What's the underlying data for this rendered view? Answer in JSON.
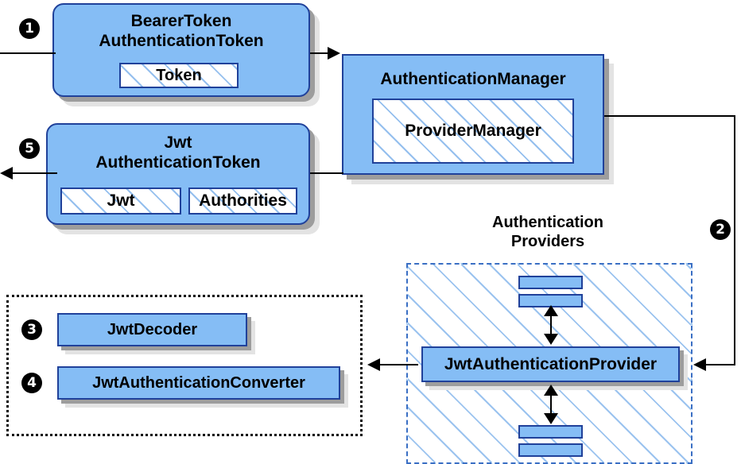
{
  "diagram": {
    "title": "Spring Security JWT Bearer Token Authentication Flow",
    "colors": {
      "node_fill": "#85bdf5",
      "node_border": "#20419a",
      "hatch_line": "#82b4eb",
      "shadow_dark": "#9d9d9d",
      "shadow_light": "#e3e3e3",
      "marker_fill": "#000000",
      "marker_text": "#ffffff",
      "providers_border": "#3a6fc4",
      "dotted_border": "#000000",
      "line": "#000000"
    }
  },
  "nodes": {
    "bearer_token": {
      "label": "BearerToken\nAuthenticationToken",
      "inner": [
        {
          "label": "Token"
        }
      ]
    },
    "authentication_manager": {
      "label": "AuthenticationManager",
      "inner": [
        {
          "label": "ProviderManager"
        }
      ]
    },
    "jwt_authentication_token": {
      "label": "Jwt\nAuthenticationToken",
      "inner": [
        {
          "label": "Jwt"
        },
        {
          "label": "Authorities"
        }
      ]
    },
    "providers_group": {
      "label": "Authentication\nProviders"
    },
    "jwt_authentication_provider": {
      "label": "JwtAuthenticationProvider"
    },
    "jwt_decoder": {
      "label": "JwtDecoder"
    },
    "jwt_authentication_converter": {
      "label": "JwtAuthenticationConverter"
    }
  },
  "markers": {
    "step1": "❶",
    "step2": "❷",
    "step3": "❸",
    "step4": "❹",
    "step5": "❺"
  },
  "marker_numbers": {
    "one": "1",
    "two": "2",
    "three": "3",
    "four": "4",
    "five": "5"
  }
}
